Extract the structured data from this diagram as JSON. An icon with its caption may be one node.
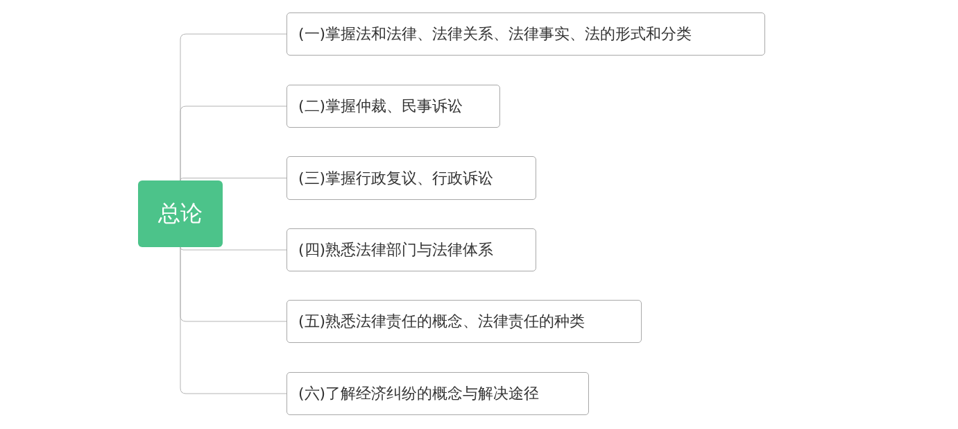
{
  "diagram": {
    "nodes": [
      {
        "text": [
          "总论"
        ]
      },
      {
        "text": [
          "(一)掌握法和法律、法律关系、法律事实、法的形式和分类"
        ]
      },
      {
        "text": [
          "(二)掌握仲裁、民事诉讼"
        ]
      },
      {
        "text": [
          "(三)掌握行政复议、行政诉讼"
        ]
      },
      {
        "text": [
          "(四)熟悉法律部门与法律体系"
        ]
      },
      {
        "text": [
          "(五)熟悉法律责任的概念、法律责任的种类"
        ]
      },
      {
        "text": [
          "(六)了解经济纠纷的概念与解决途径"
        ]
      }
    ],
    "edges": [
      {
        "from": 0,
        "to": 1,
        "arrow": "none"
      },
      {
        "from": 0,
        "to": 2,
        "arrow": "none"
      },
      {
        "from": 0,
        "to": 3,
        "arrow": "none"
      },
      {
        "from": 0,
        "to": 4,
        "arrow": "none"
      },
      {
        "from": 0,
        "to": 5,
        "arrow": "none"
      },
      {
        "from": 0,
        "to": 6,
        "arrow": "none"
      }
    ]
  }
}
